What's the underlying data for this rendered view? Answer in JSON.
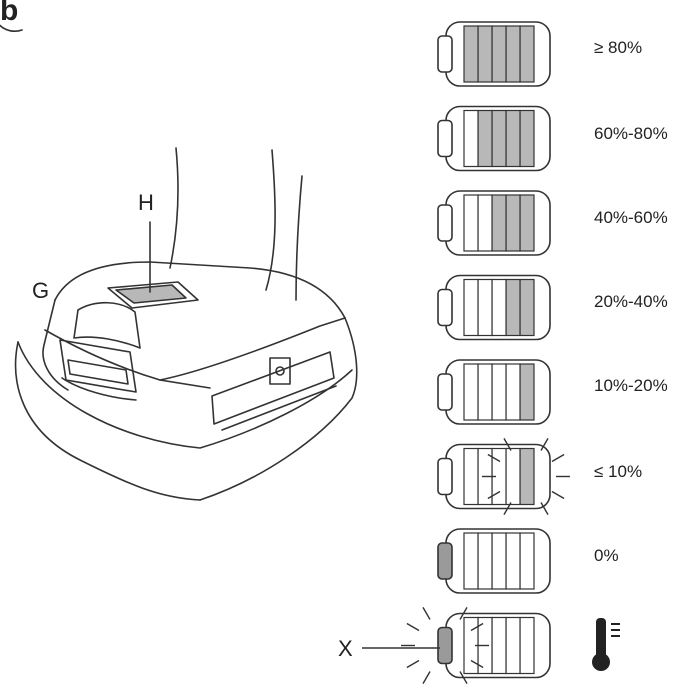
{
  "figure": {
    "badge": "b",
    "callouts": {
      "h": "H",
      "g": "G",
      "x": "X"
    }
  },
  "levels": [
    {
      "label": "≥ 80%",
      "filled": 5,
      "state": "solid"
    },
    {
      "label": "60%-80%",
      "filled": 4,
      "state": "solid"
    },
    {
      "label": "40%-60%",
      "filled": 3,
      "state": "solid"
    },
    {
      "label": "20%-40%",
      "filled": 2,
      "state": "solid"
    },
    {
      "label": "10%-20%",
      "filled": 1,
      "state": "solid"
    },
    {
      "label": "≤ 10%",
      "filled": 1,
      "state": "blinking"
    },
    {
      "label": "0%",
      "filled": 0,
      "state": "terminal-only"
    },
    {
      "label": "",
      "filled": 0,
      "state": "overheat-blinking",
      "icon": "thermometer-icon"
    }
  ],
  "colors": {
    "line": "#333333",
    "fill": "#b8b8b8",
    "fill_dark": "#9a9a9a",
    "background": "#ffffff"
  }
}
